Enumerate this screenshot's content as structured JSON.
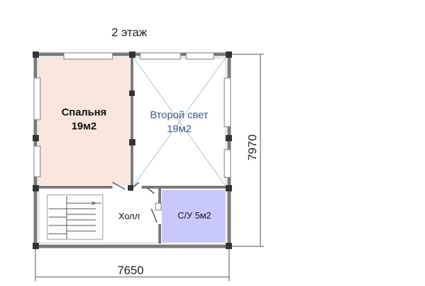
{
  "title": "2 этаж",
  "rooms": {
    "bedroom": {
      "name": "Спальня",
      "area": "19м2"
    },
    "second_light": {
      "name": "Второй свет",
      "area": "19м2"
    },
    "hall": {
      "name": "Холл"
    },
    "bathroom": {
      "name": "С/У 5м2"
    }
  },
  "dimensions": {
    "width": "7650",
    "height": "7970"
  },
  "colors": {
    "bedroom_fill": "#fae6dc",
    "bathroom_fill": "#c8c8ff",
    "wall": "#7a7a7a",
    "second_light_text": "#3a5a8a",
    "diagonal": "#a8c4d8"
  }
}
